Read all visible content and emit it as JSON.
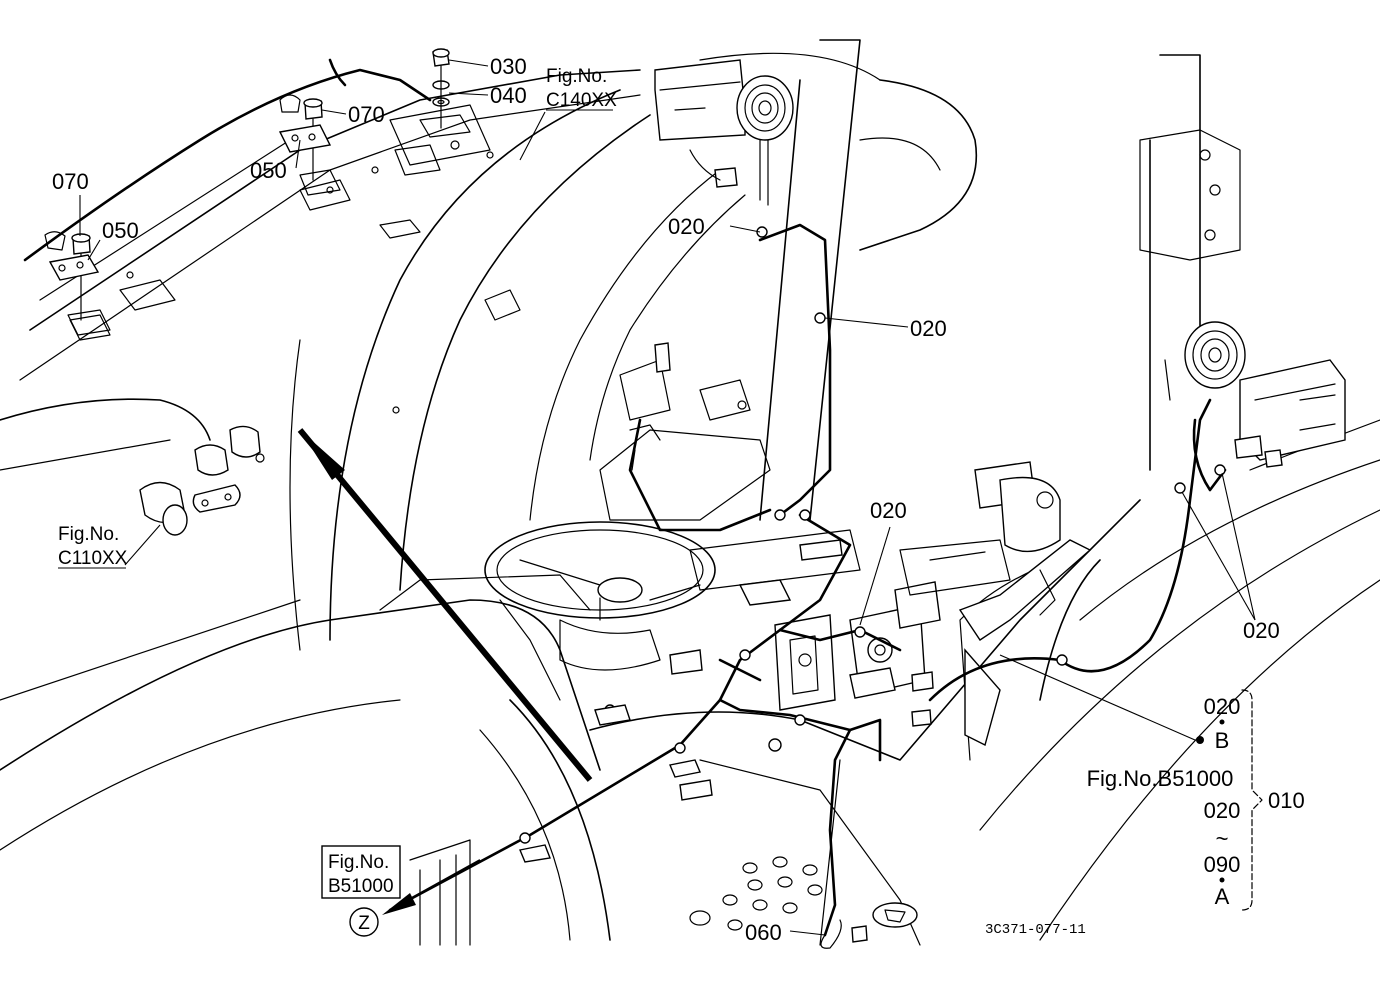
{
  "callouts": {
    "c030": "030",
    "c040": "040",
    "c070a": "070",
    "c070b": "070",
    "c050a": "050",
    "c050b": "050",
    "c020_top": "020",
    "c020_mid": "020",
    "c020_center": "020",
    "c020_right": "020",
    "c060": "060"
  },
  "fig_refs": {
    "c140": {
      "line1": "Fig.No.",
      "line2": "C140XX"
    },
    "c110": {
      "line1": "Fig.No.",
      "line2": "C110XX"
    },
    "b51000_box": {
      "line1": "Fig.No.",
      "line2": "B51000"
    }
  },
  "z_marker": "Z",
  "assembly": {
    "l1": "020",
    "l2": "B",
    "l3": "Fig.No.B51000",
    "l4": "020",
    "l5": "~",
    "l6": "090",
    "l7": "A",
    "item": "010"
  },
  "drawing_id": "3C371-077-11"
}
